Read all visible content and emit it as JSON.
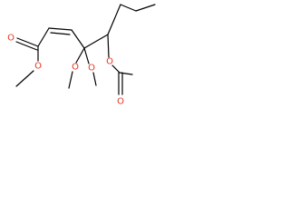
{
  "molecule": {
    "atom_labels": {
      "o_carbonyl_ester": "O",
      "o_ester_single": "O",
      "o_methoxy_1": "O",
      "o_methoxy_2": "O",
      "o_acetoxy_single": "O",
      "o_acetoxy_carbonyl": "O"
    },
    "colors": {
      "bond": "#000000",
      "oxygen": "#e8331f",
      "background": "#ffffff"
    }
  }
}
